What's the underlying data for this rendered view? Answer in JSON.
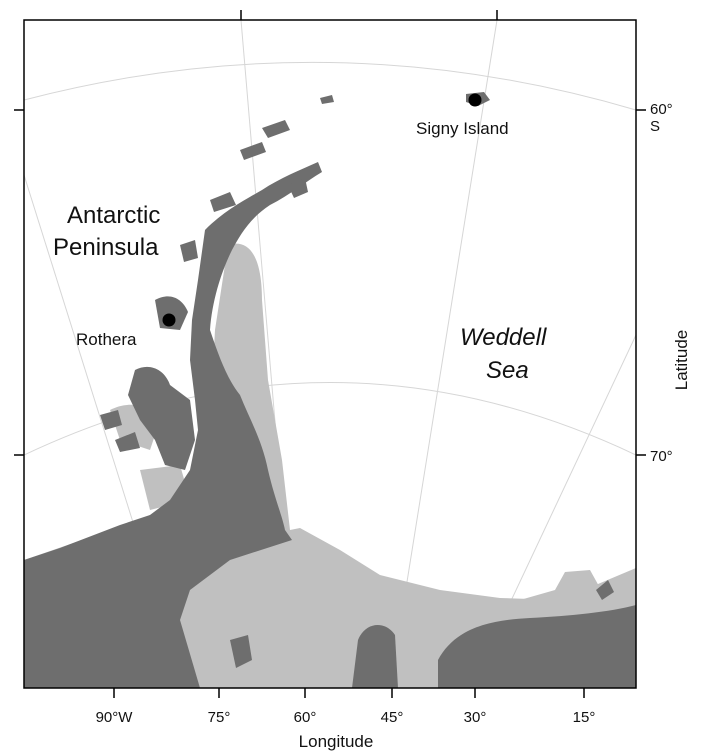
{
  "map": {
    "labels": {
      "antarctic_peninsula_line1": "Antarctic",
      "antarctic_peninsula_line2": "Peninsula",
      "rothera": "Rothera",
      "signy_island": "Signy Island",
      "weddell_line1": "Weddell",
      "weddell_line2": "Sea"
    },
    "axes": {
      "x_title": "Longitude",
      "y_title": "Latitude",
      "x_ticks": [
        "90°W",
        "75°",
        "60°",
        "45°",
        "30°",
        "15°"
      ],
      "y_ticks": [
        "60°",
        "70°"
      ],
      "y_tick_60_sub": "S"
    },
    "colors": {
      "rock": "#6e6e6e",
      "ice_shelf": "#c0c0c0",
      "ocean": "#ffffff",
      "graticule": "#d6d6d6"
    }
  }
}
